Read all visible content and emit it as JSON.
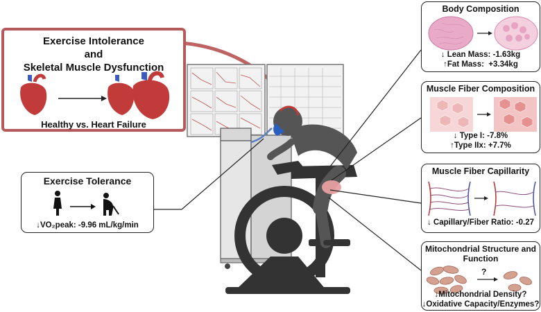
{
  "header_box": {
    "line1": "Exercise Intolerance",
    "line2": "and",
    "line3": "Skeletal Muscle Dysfunction",
    "caption": "Healthy vs. Heart Failure"
  },
  "exercise_tolerance": {
    "title": "Exercise Tolerance",
    "stat": "↓VO₂peak: -9.96 mL/kg/min"
  },
  "body_composition": {
    "title": "Body Composition",
    "stat1": "↓ Lean Mass: -1.63kg",
    "stat2": "↑Fat Mass:  +3.34kg"
  },
  "fiber_composition": {
    "title": "Muscle Fiber Composition",
    "stat1": "↓ Type I: -7.8%",
    "stat2": "↑Type IIx: +7.7%"
  },
  "capillarity": {
    "title": "Muscle Fiber Capillarity",
    "stat": "↓ Capillary/Fiber Ratio: -0.27"
  },
  "mitochondria": {
    "title1": "Mitochondrial Structure and",
    "title2": "Function",
    "question": "?",
    "stat1": "↓Mitochondrial Density?",
    "stat2": "↓Oxidative Capacity/Enzymes?"
  },
  "colors": {
    "header_border": "#b55a5a",
    "arrow_red": "#b14848",
    "rider_gray": "#555555",
    "muscle_pink": "#e8a0a0",
    "artery_red": "#b83b3b",
    "vein_blue": "#4a55a8"
  }
}
